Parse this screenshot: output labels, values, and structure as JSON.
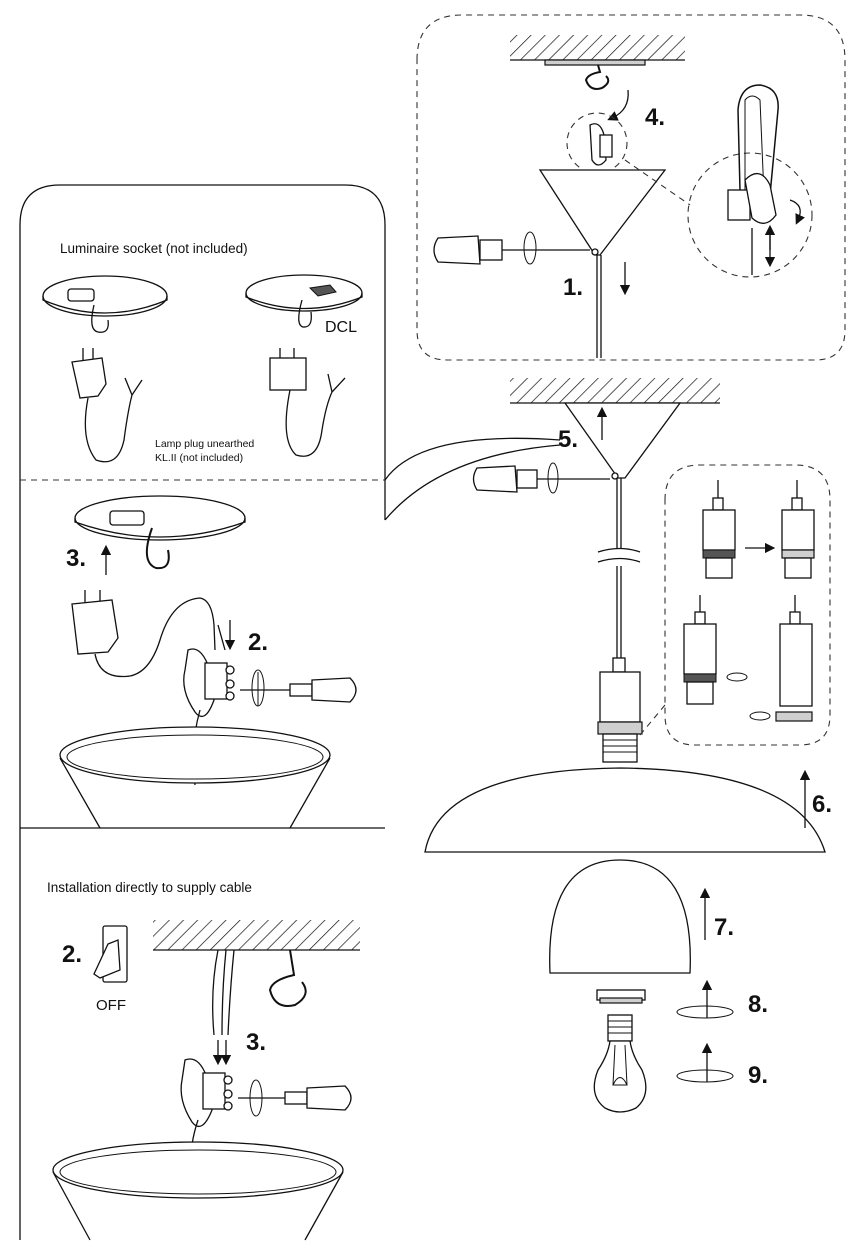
{
  "left_panel": {
    "socket_title": "Luminaire socket (not included)",
    "dcl_label": "DCL",
    "plug_note_line1": "Lamp plug unearthed",
    "plug_note_line2": "KL.II (not included)",
    "step3_label": "3.",
    "step2_label": "2."
  },
  "direct_install": {
    "title": "Installation directly to supply cable",
    "step2_label": "2.",
    "off_label": "OFF",
    "step3_label": "3."
  },
  "main_steps": {
    "step1": "1.",
    "step4": "4.",
    "step5": "5.",
    "step6": "6.",
    "step7": "7.",
    "step8": "8.",
    "step9": "9."
  },
  "icons": [
    "screwdriver-icon",
    "rotate-arrow-icon",
    "up-arrow-icon",
    "down-arrow-icon",
    "light-bulb-icon",
    "ceiling-hook-icon",
    "wall-switch-icon",
    "power-plug-icon",
    "terminal-block-icon"
  ]
}
